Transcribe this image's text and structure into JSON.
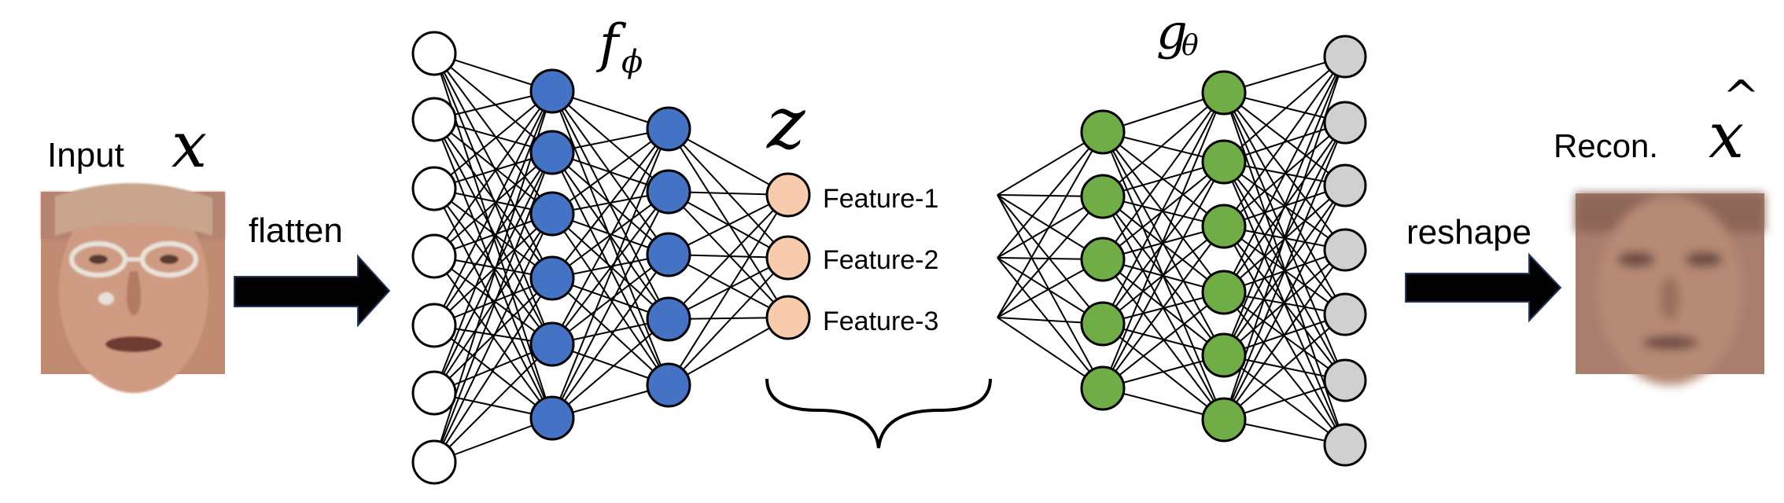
{
  "labels": {
    "input": "Input",
    "input_symbol": "x",
    "flatten": "flatten",
    "encoder_symbol": "f",
    "encoder_subscript": "ϕ",
    "latent_symbol": "z",
    "features": [
      "Feature-1",
      "Feature-2",
      "Feature-3"
    ],
    "decoder_symbol": "g",
    "decoder_subscript": "θ",
    "reshape": "reshape",
    "recon": "Recon.",
    "recon_symbol": "x",
    "recon_hat": "^"
  },
  "network": {
    "encoder_layer_sizes": [
      7,
      6,
      5
    ],
    "latent_size": 3,
    "decoder_layer_sizes": [
      5,
      6,
      7
    ]
  },
  "colors": {
    "input_node": "#ffffff",
    "encoder_node": "#4472c4",
    "latent_node": "#f8cbad",
    "decoder_node": "#70ad47",
    "output_node": "#d0d0d0",
    "arrow": "#000000",
    "arrow_outline": "#1f3864",
    "skin": "#c8937a",
    "skin_shadow": "#a86f5a"
  },
  "icons": {
    "input_image": "face-photo",
    "output_image": "blurred-face-photo",
    "brace": "curly-brace-icon"
  }
}
